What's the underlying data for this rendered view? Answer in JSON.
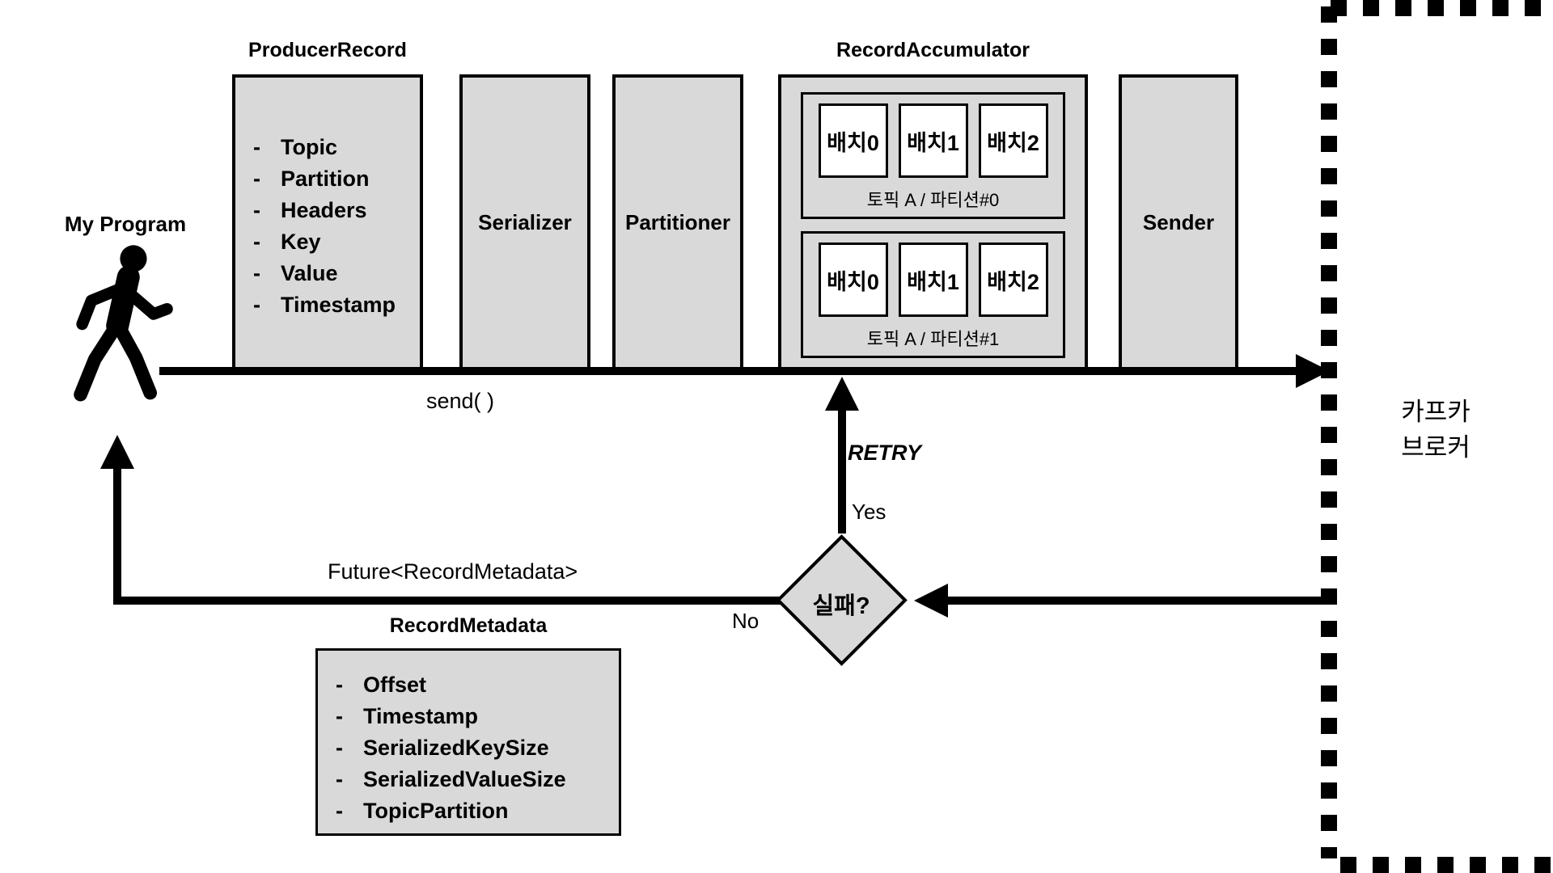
{
  "colors": {
    "box_fill": "#d9d9d9",
    "box_border": "#000000",
    "batch_fill": "#ffffff",
    "line": "#000000",
    "background": "#ffffff"
  },
  "bullet": "-",
  "actor": {
    "label": "My Program"
  },
  "producer_record": {
    "title": "ProducerRecord",
    "fields": [
      "Topic",
      "Partition",
      "Headers",
      "Key",
      "Value",
      "Timestamp"
    ]
  },
  "serializer_label": "Serializer",
  "partitioner_label": "Partitioner",
  "record_accumulator": {
    "title": "RecordAccumulator",
    "partitions": [
      {
        "caption": "토픽 A / 파티션#0",
        "batches": [
          "배치0",
          "배치1",
          "배치2"
        ]
      },
      {
        "caption": "토픽 A / 파티션#1",
        "batches": [
          "배치0",
          "배치1",
          "배치2"
        ]
      }
    ]
  },
  "sender_label": "Sender",
  "broker": {
    "line1": "카프카",
    "line2": "브로커"
  },
  "labels": {
    "send": "send( )",
    "future": "Future<RecordMetadata>",
    "retry": "RETRY",
    "yes": "Yes",
    "no": "No",
    "decision": "실패?"
  },
  "record_metadata": {
    "title": "RecordMetadata",
    "fields": [
      "Offset",
      "Timestamp",
      "SerializedKeySize",
      "SerializedValueSize",
      "TopicPartition"
    ]
  }
}
